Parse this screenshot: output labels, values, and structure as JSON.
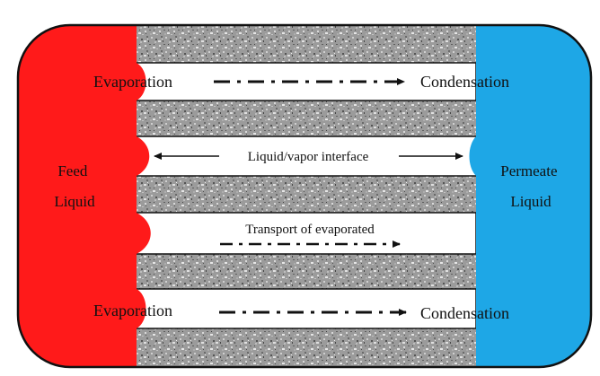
{
  "diagram": {
    "feed_label": [
      "Feed",
      "Liquid"
    ],
    "permeate_label": [
      "Permeate",
      "Liquid"
    ],
    "top_channel": {
      "left_label": "Evaporation",
      "right_label": "Condensation"
    },
    "interface_channel": {
      "label": "Liquid/vapor interface"
    },
    "transport_channel": {
      "label": "Transport of evaporated"
    },
    "bottom_channel": {
      "left_label": "Evaporation",
      "right_label": "Condensation"
    },
    "colors": {
      "feed": "#ff1a1a",
      "permeate": "#1ea7e6",
      "membrane_base": "#9a9a9a",
      "outline": "#111111",
      "pore": "#ffffff"
    },
    "icons": {
      "dash_dot_arrow": "dash-dot-arrow-icon",
      "double_arrow": "double-headed-arrow-icon"
    }
  }
}
